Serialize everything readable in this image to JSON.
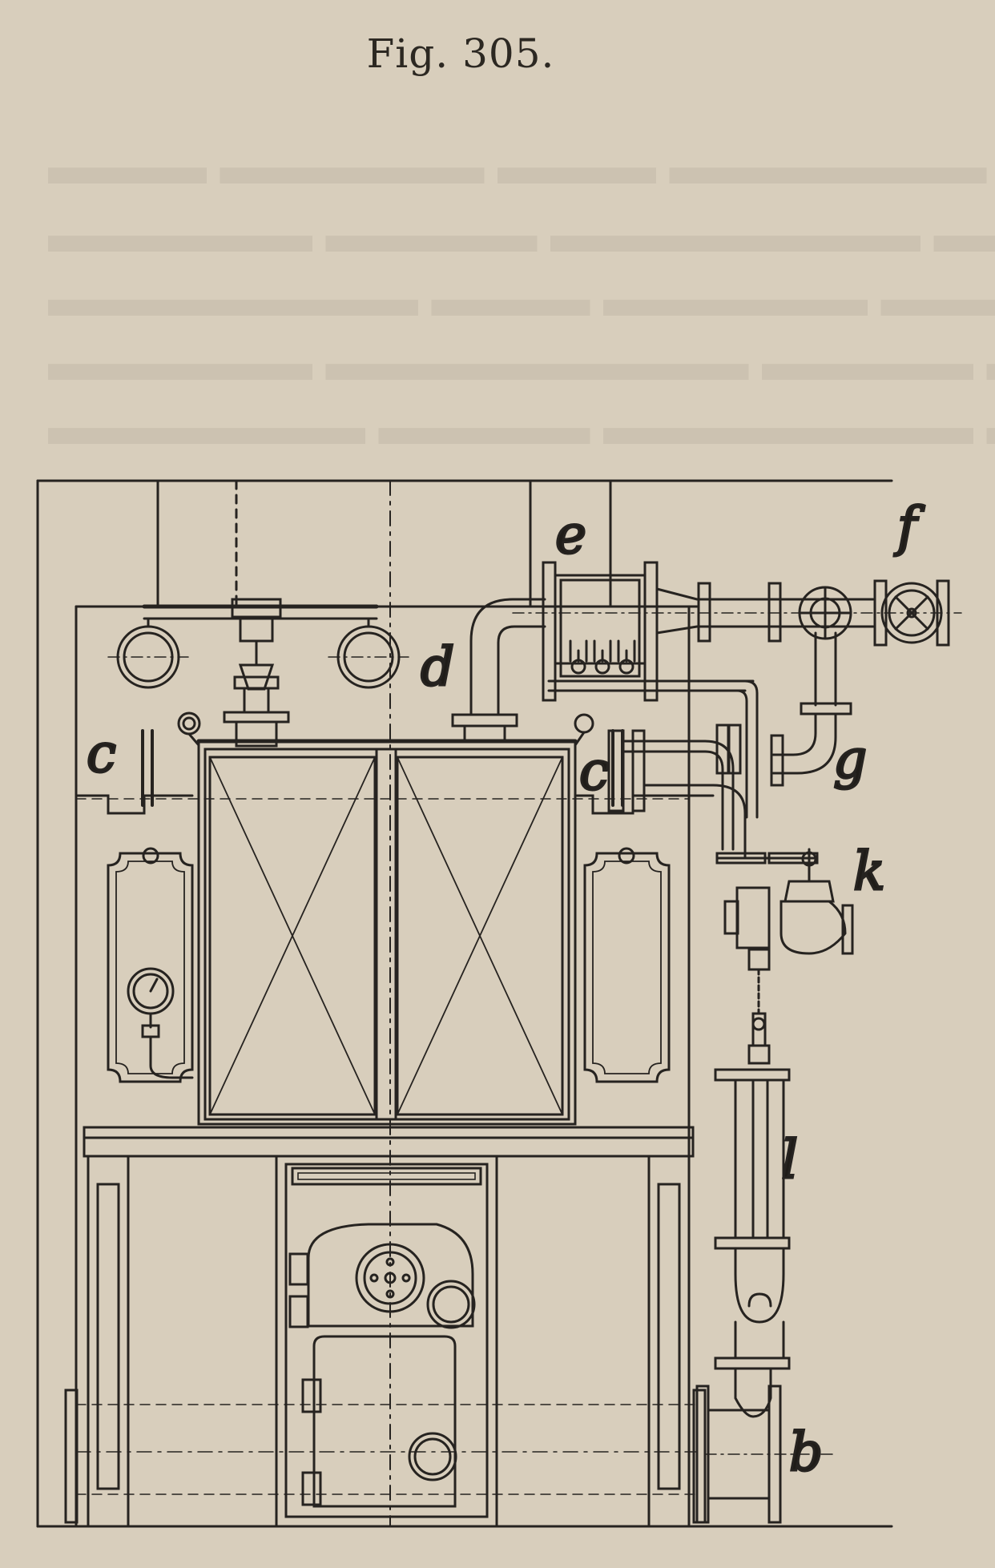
{
  "figure": {
    "caption": "Fig. 305."
  },
  "labels": {
    "c_left": "c",
    "c_right": "c",
    "d": "d",
    "e": "e",
    "f": "f",
    "g": "g",
    "k": "k",
    "l": "l",
    "b": "b"
  },
  "colors": {
    "paper": "#d8cebc",
    "ink": "#262320"
  }
}
